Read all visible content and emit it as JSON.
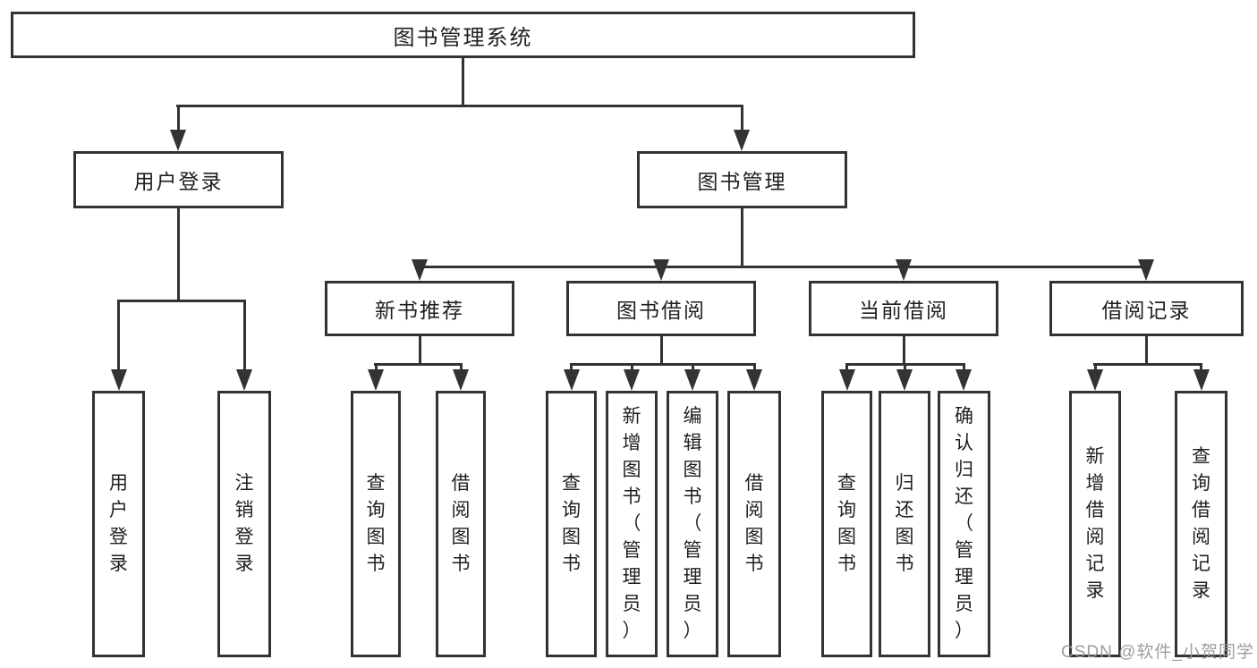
{
  "root": {
    "label": "图书管理系统",
    "children": [
      {
        "label": "用户登录",
        "children": [
          {
            "label": "用户登录"
          },
          {
            "label": "注销登录"
          }
        ]
      },
      {
        "label": "图书管理",
        "children": [
          {
            "label": "新书推荐",
            "children": [
              {
                "label": "查询图书"
              },
              {
                "label": "借阅图书"
              }
            ]
          },
          {
            "label": "图书借阅",
            "children": [
              {
                "label": "查询图书"
              },
              {
                "label": "新增图书（管理员）"
              },
              {
                "label": "编辑图书（管理员）"
              },
              {
                "label": "借阅图书"
              }
            ]
          },
          {
            "label": "当前借阅",
            "children": [
              {
                "label": "查询图书"
              },
              {
                "label": "归还图书"
              },
              {
                "label": "确认归还（管理员）"
              }
            ]
          },
          {
            "label": "借阅记录",
            "children": [
              {
                "label": "新增借阅记录"
              },
              {
                "label": "查询借阅记录"
              }
            ]
          }
        ]
      }
    ]
  },
  "watermark": {
    "text": "CSDN @软件_小贺同学"
  },
  "colors": {
    "line": "#333333",
    "text": "#1f1f1f",
    "watermark": "#969696",
    "background": "#ffffff"
  }
}
